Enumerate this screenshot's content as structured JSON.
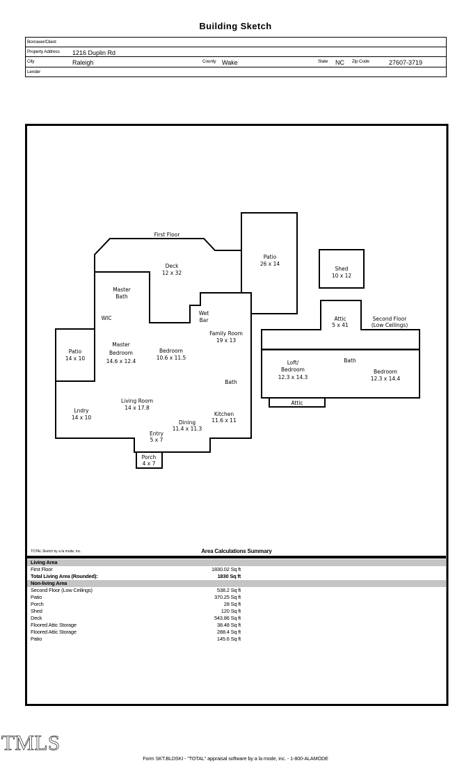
{
  "page": {
    "title": "Building Sketch"
  },
  "header": {
    "borrower_label": "Borrower/Client",
    "borrower_value": "",
    "property_address_label": "Property Address",
    "property_address_value": "1216 Duplin Rd",
    "city_label": "City",
    "city_value": "Raleigh",
    "county_label": "County",
    "county_value": "Wake",
    "state_label": "State",
    "state_value": "NC",
    "zip_label": "Zip Code",
    "zip_value": "27607-3719",
    "lender_label": "Lender",
    "lender_value": ""
  },
  "plan": {
    "first_floor": "First Floor",
    "deck": [
      "Deck",
      "12 x 32"
    ],
    "patio_26": [
      "Patio",
      "26 x 14"
    ],
    "shed": [
      "Shed",
      "10 x 12"
    ],
    "master_bath": [
      "Master",
      "Bath"
    ],
    "wic": "WIC",
    "wet_bar": [
      "Wet",
      "Bar"
    ],
    "family_room": [
      "Family Room",
      "19 x 13"
    ],
    "patio_14": [
      "Patio",
      "14 x 10"
    ],
    "master_bedroom": [
      "Master",
      "Bedroom",
      "14.6 x 12.4"
    ],
    "bedroom_10": [
      "Bedroom",
      "10.6 x 11.5"
    ],
    "bath_first": "Bath",
    "living_room": [
      "Living Room",
      "14 x 17.8"
    ],
    "lndry": [
      "Lndry",
      "14 x 10"
    ],
    "dining": [
      "Dining",
      "11.4 x 11.3"
    ],
    "kitchen": [
      "Kitchen",
      "11.6 x 11"
    ],
    "entry": [
      "Entry",
      "5 x 7"
    ],
    "porch": [
      "Porch",
      "4 x 7"
    ],
    "attic_5x41": [
      "Attic",
      "5 x 41"
    ],
    "second_floor": [
      "Second Floor",
      "(Low Ceilings)"
    ],
    "loft_bedroom": [
      "Loft/",
      "Bedroom",
      "12.3 x 14.3"
    ],
    "bath_second": "Bath",
    "bedroom_12": [
      "Bedroom",
      "12.3 x 14.4"
    ],
    "attic_small": "Attic"
  },
  "summary": {
    "credit": "TOTAL Sketch by a la mode, inc.",
    "title": "Area Calculations Summary",
    "living_header": "Living Area",
    "living_rows": [
      {
        "label": "First Floor",
        "value": "1830.02 Sq ft"
      },
      {
        "label": "Total Living Area (Rounded):",
        "value": "1830 Sq ft"
      }
    ],
    "nonliving_header": "Non-living Area",
    "nonliving_rows": [
      {
        "label": "Second Floor (Low Ceilings)",
        "value": "538.2 Sq ft"
      },
      {
        "label": "Patio",
        "value": "370.25 Sq ft"
      },
      {
        "label": "Porch",
        "value": "28 Sq ft"
      },
      {
        "label": "Shed",
        "value": "120 Sq ft"
      },
      {
        "label": "Deck",
        "value": "543.86 Sq ft"
      },
      {
        "label": "Floored Attic Storage",
        "value": "38.48 Sq ft"
      },
      {
        "label": "Floored Attic Storage",
        "value": "288.4 Sq ft"
      },
      {
        "label": "Patio",
        "value": "145.6 Sq ft"
      }
    ]
  },
  "footer": {
    "logo": "TMLS",
    "form_line": "Form SKT.BLDSKI - \"TOTAL\" appraisal software by a la mode, inc. - 1-800-ALAMODE"
  }
}
